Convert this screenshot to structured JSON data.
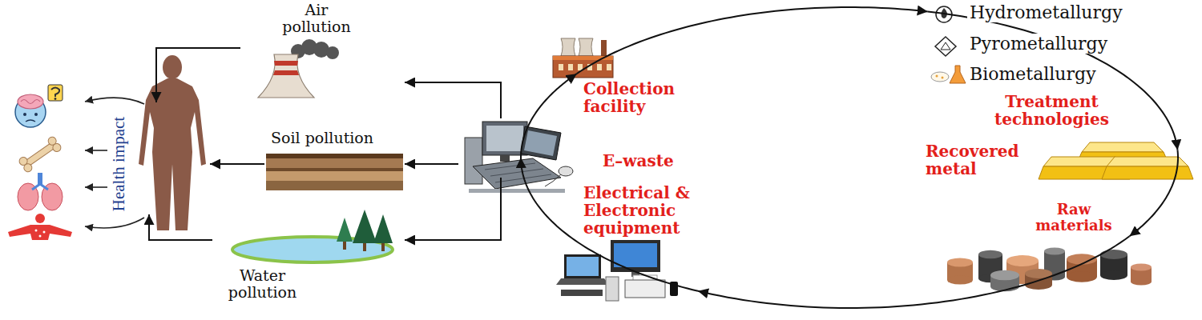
{
  "diagram": {
    "nodes": [
      {
        "text": [
          "Air pollution"
        ]
      },
      {
        "text": [
          "Soil pollution"
        ]
      },
      {
        "text": [
          "Water pollution"
        ]
      },
      {
        "text": [
          "Health impact"
        ]
      },
      {
        "text": [
          "Collection facility"
        ]
      },
      {
        "text": [
          "Treatment technologies"
        ]
      },
      {
        "text": [
          "Recovered metal"
        ]
      },
      {
        "text": [
          "Raw materials"
        ]
      },
      {
        "text": [
          "Electrical & Electronic equipment"
        ]
      },
      {
        "text": [
          "E–waste"
        ]
      }
    ],
    "edges": [
      {
        "from": 9,
        "to": 0,
        "arrow": "to"
      },
      {
        "from": 9,
        "to": 1,
        "arrow": "to"
      },
      {
        "from": 9,
        "to": 2,
        "arrow": "to"
      },
      {
        "from": 0,
        "to": 3,
        "arrow": "to"
      },
      {
        "from": 1,
        "to": 3,
        "arrow": "to"
      },
      {
        "from": 2,
        "to": 3,
        "arrow": "to"
      },
      {
        "from": 8,
        "to": 9,
        "arrow": "to"
      },
      {
        "from": 9,
        "to": 4,
        "arrow": "to"
      },
      {
        "from": 4,
        "to": 5,
        "arrow": "to"
      },
      {
        "from": 5,
        "to": 6,
        "arrow": "to"
      },
      {
        "from": 6,
        "to": 7,
        "arrow": "to"
      },
      {
        "from": 7,
        "to": 8,
        "arrow": "to"
      }
    ],
    "labels": [
      "Hydrometallurgy",
      "Pyrometallurgy",
      "Biometallurgy"
    ]
  }
}
